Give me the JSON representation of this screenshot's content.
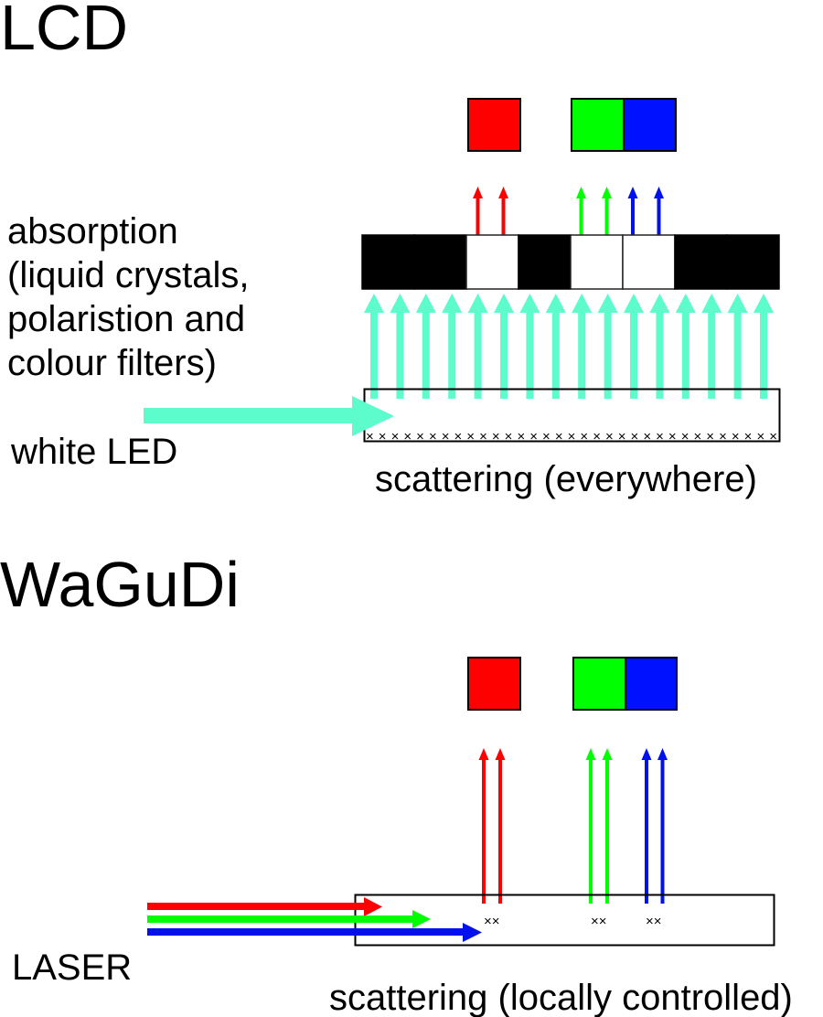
{
  "lcd": {
    "title": "LCD",
    "absorption_label": [
      "absorption",
      "(liquid crystals,",
      "polaristion and",
      "colour filters)"
    ],
    "source_label": "white LED",
    "scattering_label": "scattering (everywhere)",
    "scatter_marks": "×××××××××××××××××××××××××××××××××",
    "backlight_color": "#5cfccc",
    "backlight_arrow_count": 16,
    "shutter_cells": [
      "black",
      "black",
      "white",
      "black",
      "white",
      "white",
      "black",
      "black"
    ],
    "pixels": [
      {
        "name": "red",
        "color": "#ff0000"
      },
      {
        "name": "green",
        "color": "#00ff00"
      },
      {
        "name": "blue",
        "color": "#0011ff"
      }
    ]
  },
  "wagudi": {
    "title": "WaGuDi",
    "source_label": "LASER",
    "scattering_label": "scattering (locally controlled)",
    "scatter_mark": "××",
    "laser_colors": [
      "#ff0000",
      "#00ff00",
      "#0011ee"
    ],
    "pixels": [
      {
        "name": "red",
        "color": "#ff0000"
      },
      {
        "name": "green",
        "color": "#00ff00"
      },
      {
        "name": "blue",
        "color": "#0011ff"
      }
    ]
  }
}
